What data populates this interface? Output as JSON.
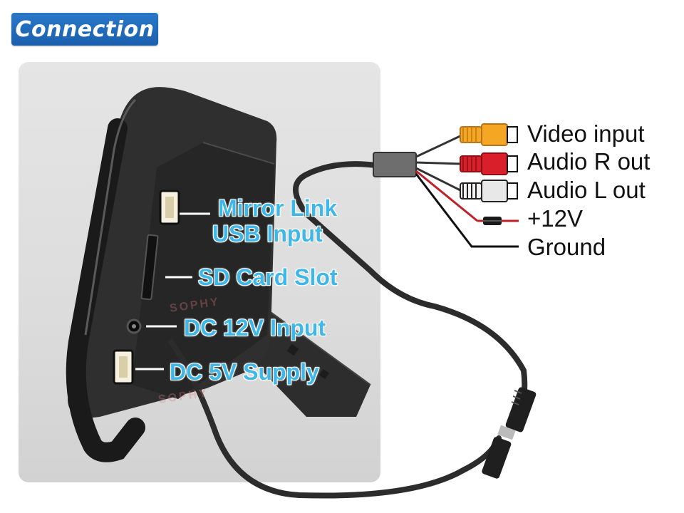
{
  "header": {
    "title": "Connection"
  },
  "port_labels": {
    "mirror_link_line1": "Mirror Link",
    "mirror_link_line2": "USB Input",
    "sd_card": "SD Card Slot",
    "dc_12v": "DC 12V Input",
    "dc_5v": "DC 5V Supply"
  },
  "cable_labels": {
    "video": "Video input",
    "audio_r": "Audio R out",
    "audio_l": "Audio L out",
    "power": "+12V",
    "ground": "Ground"
  },
  "watermark": {
    "text": "SOPHY"
  },
  "colors": {
    "title_bg": "#1a5fae",
    "port_label": "#3fb7e8",
    "video_plug": "#f5a623",
    "audio_r_plug": "#d9202a",
    "audio_l_plug": "#e8e8e8"
  }
}
